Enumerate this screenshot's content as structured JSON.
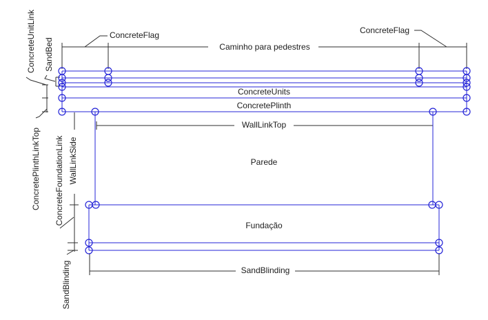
{
  "diagram": {
    "colors": {
      "element_blue": "#2323d7",
      "annotation_dark": "#2e2e2e"
    },
    "labels": {
      "caminho_para_pedestres": "Caminho para pedestres",
      "concrete_flag_left": "ConcreteFlag",
      "concrete_flag_right": "ConcreteFlag",
      "concrete_unit_link": "ConcreteUnitLink",
      "sand_bed": "SandBed",
      "concrete_units": "ConcreteUnits",
      "concrete_plinth": "ConcretePlinth",
      "concrete_plinth_link_top": "ConcretePlinthLinkTop",
      "concrete_foundation_link": "ConcreteFoundationLink",
      "wall_link_side": "WallLinkSide",
      "wall_link_top": "WallLinkTop",
      "parede": "Parede",
      "fundacao": "Fundação",
      "sand_blinding_left": "SandBlinding",
      "sand_blinding_bottom": "SandBlinding"
    }
  }
}
